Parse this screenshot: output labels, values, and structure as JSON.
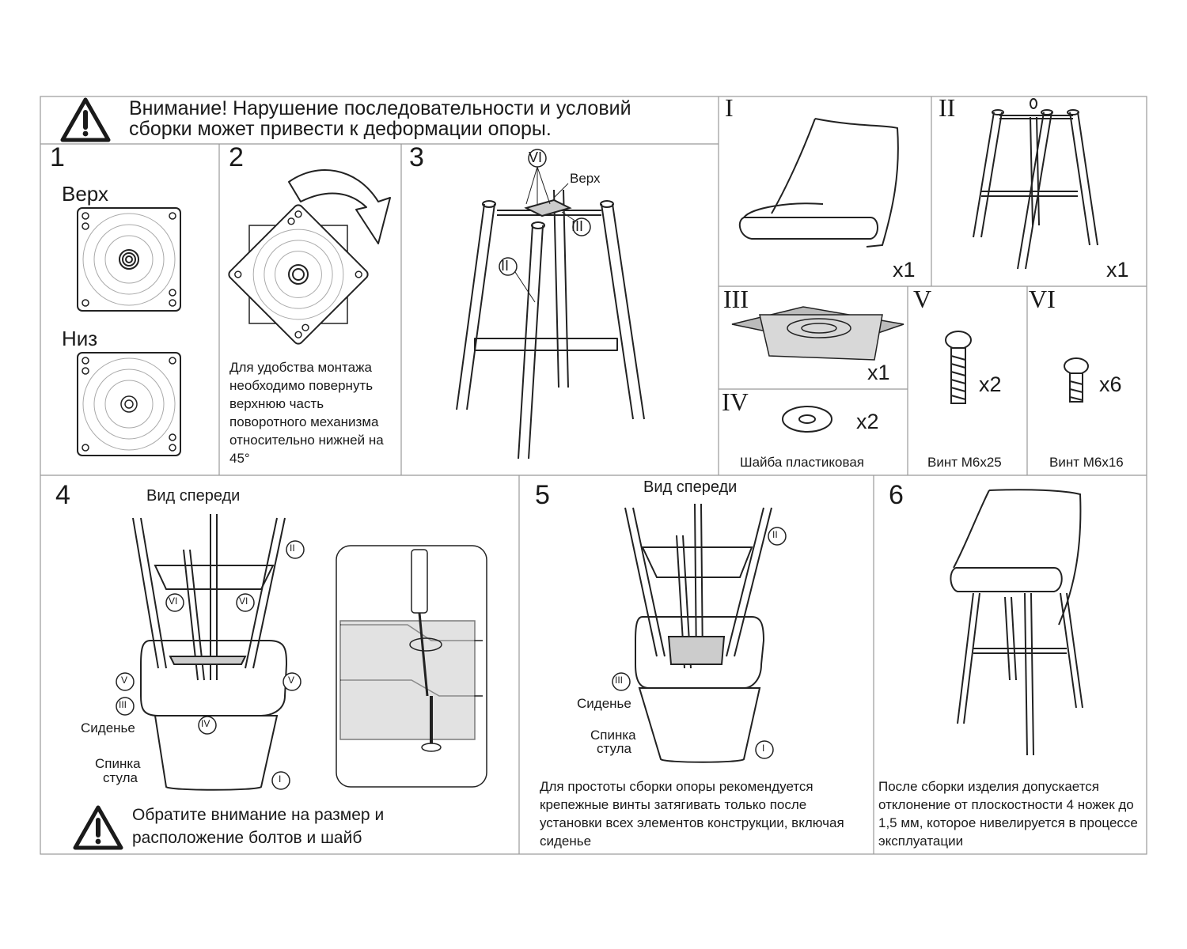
{
  "header": {
    "warning_line1": "Внимание! Нарушение последовательности и условий",
    "warning_line2": "сборки может привести к деформации опоры."
  },
  "steps": {
    "s1": {
      "number": "1",
      "top_label": "Верх",
      "bottom_label": "Низ"
    },
    "s2": {
      "number": "2",
      "text": "Для удобства монтажа необходимо повернуть верхнюю часть поворотного механизма относительно нижней на 45°"
    },
    "s3": {
      "number": "3",
      "callout_vi": "VI",
      "callout_top": "Верх",
      "callout_iii": "III",
      "callout_ii": "II"
    },
    "s4": {
      "number": "4",
      "view": "Вид спереди",
      "seat": "Сиденье",
      "back_line1": "Спинка",
      "back_line2": "стула",
      "callouts": [
        "II",
        "VI",
        "VI",
        "V",
        "V",
        "III",
        "IV",
        "I"
      ],
      "note": "Обратите внимание на размер и расположение болтов и шайб"
    },
    "s5": {
      "number": "5",
      "view": "Вид спереди",
      "seat": "Сиденье",
      "back_line1": "Спинка",
      "back_line2": "стула",
      "callouts": [
        "II",
        "III",
        "I"
      ],
      "text": "Для простоты сборки опоры рекомендуется крепежные винты затягивать только после установки всех элементов конструкции, включая сиденье"
    },
    "s6": {
      "number": "6",
      "text": "После сборки изделия допускается отклонение от плоскостности 4 ножек до 1,5 мм, которое нивелируется в процессе эксплуатации"
    }
  },
  "parts": [
    {
      "id": "I",
      "qty": "x1",
      "caption": ""
    },
    {
      "id": "II",
      "qty": "x1",
      "caption": ""
    },
    {
      "id": "III",
      "qty": "x1",
      "caption": ""
    },
    {
      "id": "IV",
      "qty": "x2",
      "caption": "Шайба пластиковая"
    },
    {
      "id": "V",
      "qty": "x2",
      "caption": "Винт М6х25"
    },
    {
      "id": "VI",
      "qty": "x6",
      "caption": "Винт М6х16"
    }
  ]
}
